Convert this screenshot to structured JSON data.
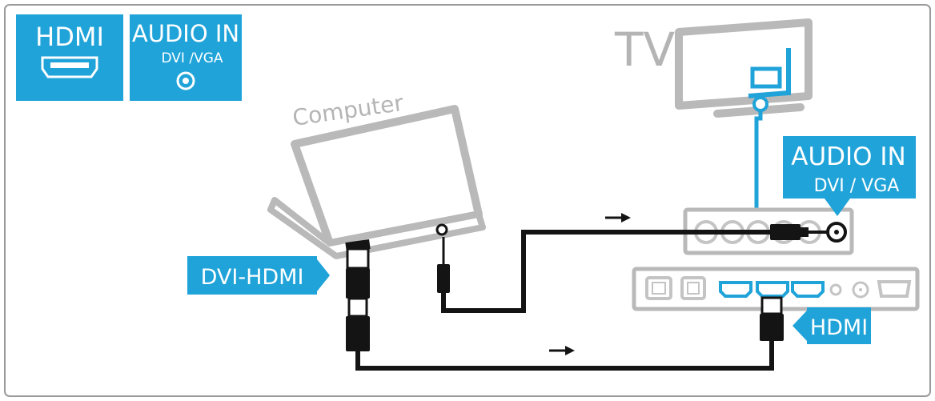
{
  "legend": {
    "hdmi_label": "HDMI",
    "hdmi_icon": "hdmi-port-icon",
    "audio_label": "AUDIO IN",
    "audio_sub": "DVI /VGA",
    "audio_icon": "audio-jack-icon"
  },
  "devices": {
    "tv_label": "TV",
    "computer_label": "Computer"
  },
  "callouts": {
    "audio_in_title": "AUDIO IN",
    "audio_in_sub": "DVI / VGA",
    "dvi_hdmi": "DVI-HDMI",
    "hdmi": "HDMI"
  },
  "colors": {
    "accent": "#1fa3d9",
    "outline": "#b9b9b9",
    "cable": "#141414",
    "frame": "#9a9a9a"
  }
}
